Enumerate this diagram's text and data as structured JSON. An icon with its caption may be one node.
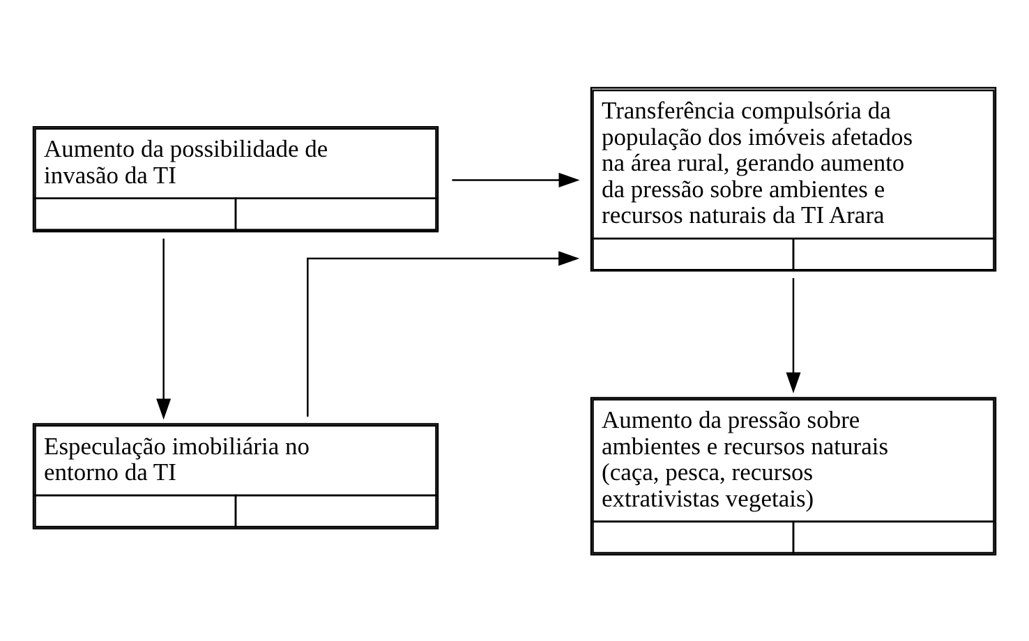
{
  "diagram": {
    "nodes": [
      {
        "text": [
          "Aumento da possibilidade de invasão da TI"
        ]
      },
      {
        "text": [
          "Transferência compulsória da população dos imóveis afetados na área rural, gerando aumento da pressão sobre ambientes e recursos naturais da TI Arara"
        ]
      },
      {
        "text": [
          "Especulação imobiliária no entorno da TI"
        ]
      },
      {
        "text": [
          "Aumento da pressão sobre ambientes e recursos naturais (caça, pesca, recursos extrativistas vegetais)"
        ]
      }
    ],
    "edges": [
      {
        "from": 0,
        "to": 2,
        "arrow": "to"
      },
      {
        "from": 0,
        "to": 1,
        "arrow": "to"
      },
      {
        "from": 2,
        "to": 1,
        "arrow": "to"
      },
      {
        "from": 1,
        "to": 3,
        "arrow": "to"
      }
    ]
  }
}
